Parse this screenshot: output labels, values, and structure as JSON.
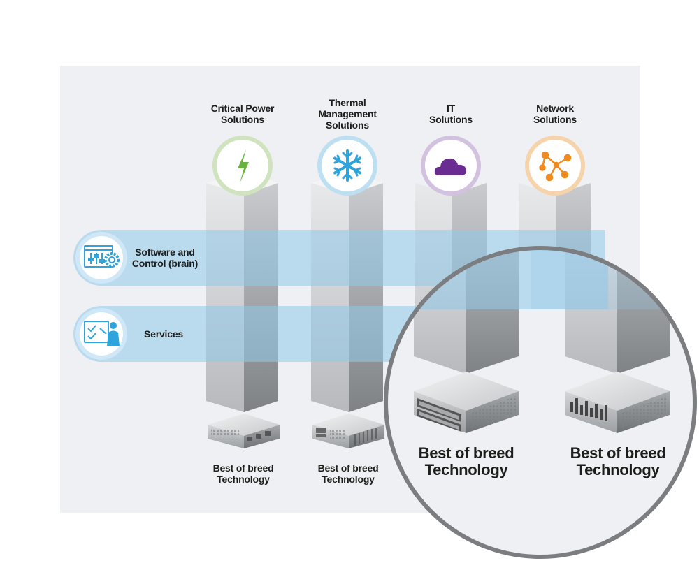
{
  "columns": [
    {
      "title": "Critical Power\nSolutions",
      "icon": "lightning-bolt-icon",
      "color": "#6ab23e",
      "ring": "#cfe3bf",
      "footer": "Best of breed\nTechnology"
    },
    {
      "title": "Thermal\nManagement\nSolutions",
      "icon": "snowflake-icon",
      "color": "#2ea3dc",
      "ring": "#bcdff2",
      "footer": "Best of breed\nTechnology"
    },
    {
      "title": "IT\nSolutions",
      "icon": "cloud-icon",
      "color": "#6b2c91",
      "ring": "#d2c2e0",
      "footer": "Best of breed\nTechnology"
    },
    {
      "title": "Network\nSolutions",
      "icon": "network-nodes-icon",
      "color": "#f08a1c",
      "ring": "#f7d3ac",
      "footer": "Best of breed\nTechnology"
    }
  ],
  "bands": [
    {
      "label": "Software and\nControl (brain)",
      "icon": "control-sliders-gear-icon"
    },
    {
      "label": "Services",
      "icon": "presenter-checklist-icon"
    }
  ],
  "zoom": {
    "left_footer": "Best of breed\nTechnology",
    "right_footer": "Best of breed\nTechnology"
  },
  "colors": {
    "band": "#8fc8ea",
    "icon_blue": "#2ea3dc",
    "panel": "#eef0f3"
  }
}
